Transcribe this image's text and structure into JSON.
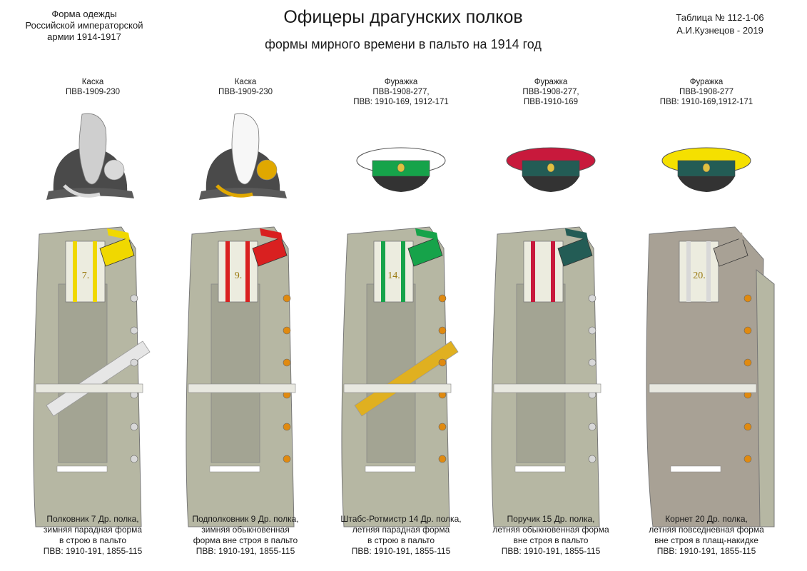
{
  "header": {
    "left_lines": [
      "Форма одежды",
      "Российской императорской",
      "армии  1914-1917"
    ],
    "title": "Офицеры драгунских полков",
    "subtitle": "формы мирного времени в пальто  на 1914 год",
    "right_lines": [
      "Таблица № 112-1-06",
      "А.И.Кузнецов - 2019"
    ]
  },
  "figures": [
    {
      "hat_type": "helmet",
      "hat_lines": [
        "Каска",
        "ПВВ-1909-230"
      ],
      "helmet_color": "#4a4a4a",
      "plume_color": "#cfcfcf",
      "badge_color": "#d9d9d9",
      "collar_color": "#f0d800",
      "shoulder_color": "#f0d800",
      "stripe_color": "#f0d800",
      "button_color": "#d8d8d8",
      "coat_color": "#b6b7a3",
      "insignia_text": "7.",
      "has_sash": true,
      "sash_color": "#e6e6e6",
      "caption_lines": [
        "Полковник 7 Др. полка,",
        "зимняя парадная форма",
        "в строю в пальто",
        "ПВВ: 1910-191, 1855-115"
      ]
    },
    {
      "hat_type": "helmet",
      "hat_lines": [
        "Каска",
        "ПВВ-1909-230"
      ],
      "helmet_color": "#4a4a4a",
      "plume_color": "#f7f7f7",
      "badge_color": "#e0a800",
      "collar_color": "#d92020",
      "shoulder_color": "#d92020",
      "stripe_color": "#d92020",
      "button_color": "#e08a10",
      "coat_color": "#b6b7a3",
      "insignia_text": "9.",
      "has_sash": false,
      "sash_color": "#e6e6e6",
      "caption_lines": [
        "Подполковник 9 Др. полка,",
        "зимняя обыкновенная",
        "форма вне  строя в пальто",
        "ПВВ: 1910-191, 1855-115"
      ]
    },
    {
      "hat_type": "cap",
      "hat_lines": [
        "Фуражка",
        "ПВВ-1908-277,",
        "ПВВ: 1910-169, 1912-171"
      ],
      "cap_top_color": "#ffffff",
      "cap_band_color": "#16a34a",
      "cap_rim_color": "#16a34a",
      "collar_color": "#16a34a",
      "shoulder_color": "#16a34a",
      "stripe_color": "#16a34a",
      "button_color": "#e08a10",
      "coat_color": "#b6b7a3",
      "insignia_text": "14.",
      "has_sash": true,
      "sash_color": "#e0b020",
      "caption_lines": [
        "Штабс-Ротмистр 14 Др. полка,",
        "летняя парадная форма",
        "в строю в пальто",
        "ПВВ: 1910-191, 1855-115"
      ]
    },
    {
      "hat_type": "cap",
      "hat_lines": [
        "Фуражка",
        "ПВВ-1908-277,",
        "ПВВ-1910-169"
      ],
      "cap_top_color": "#c8193c",
      "cap_band_color": "#235c55",
      "cap_rim_color": "#c8193c",
      "collar_color": "#235c55",
      "shoulder_color": "#235c55",
      "stripe_color": "#c8193c",
      "button_color": "#d8d8d8",
      "coat_color": "#b6b7a3",
      "insignia_text": "",
      "has_sash": false,
      "sash_color": "#e6e6e6",
      "caption_lines": [
        "Поручик 15 Др. полка,",
        "летняя обыкновенная форма",
        "вне строя в пальто",
        "ПВВ: 1910-191, 1855-115"
      ]
    },
    {
      "hat_type": "cap",
      "hat_lines": [
        "Фуражка",
        "ПВВ-1908-277",
        "ПВВ: 1910-169,1912-171"
      ],
      "cap_top_color": "#f5e000",
      "cap_band_color": "#235c55",
      "cap_rim_color": "#f5e000",
      "collar_color": "#a8a195",
      "shoulder_color": "#a8a195",
      "stripe_color": "#d8d8d8",
      "button_color": "#e08a10",
      "coat_color": "#a8a195",
      "insignia_text": "20.",
      "has_sash": false,
      "sash_color": "#e6e6e6",
      "caption_lines": [
        "Корнет 20 Др. полка,",
        "летняя повседневная форма",
        "вне строя в плащ-накидке",
        "ПВВ: 1910-191, 1855-115"
      ]
    }
  ]
}
